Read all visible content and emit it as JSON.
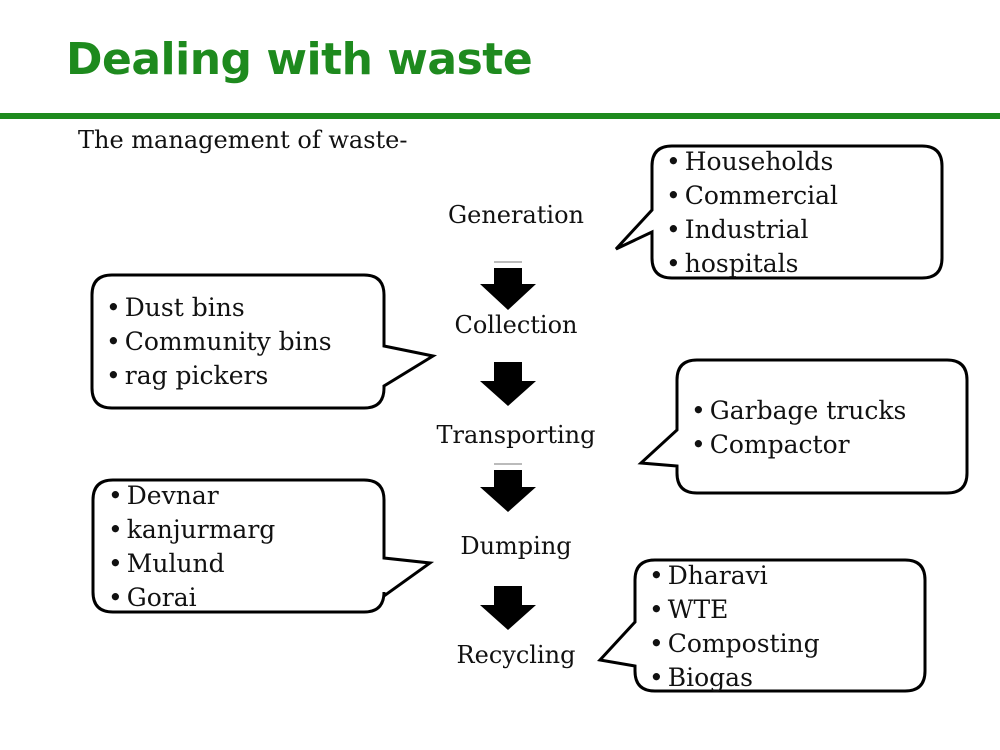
{
  "title": "Dealing with waste",
  "subtitle": "The management of waste-",
  "stages": [
    "Generation",
    "Collection",
    "Transporting",
    "Dumping",
    "Recycling"
  ],
  "callouts": {
    "generation": [
      "Households",
      "Commercial",
      "Industrial",
      "hospitals"
    ],
    "collection": [
      "Dust bins",
      "Community bins",
      "rag pickers"
    ],
    "transporting": [
      "Garbage trucks",
      "Compactor"
    ],
    "dumping": [
      "Devnar",
      "kanjurmarg",
      "Mulund",
      "Gorai"
    ],
    "recycling": [
      "Dharavi",
      "WTE",
      "Composting",
      "Biogas"
    ]
  },
  "colors": {
    "accent": "#1e8a1e",
    "arrow": "#000000"
  }
}
